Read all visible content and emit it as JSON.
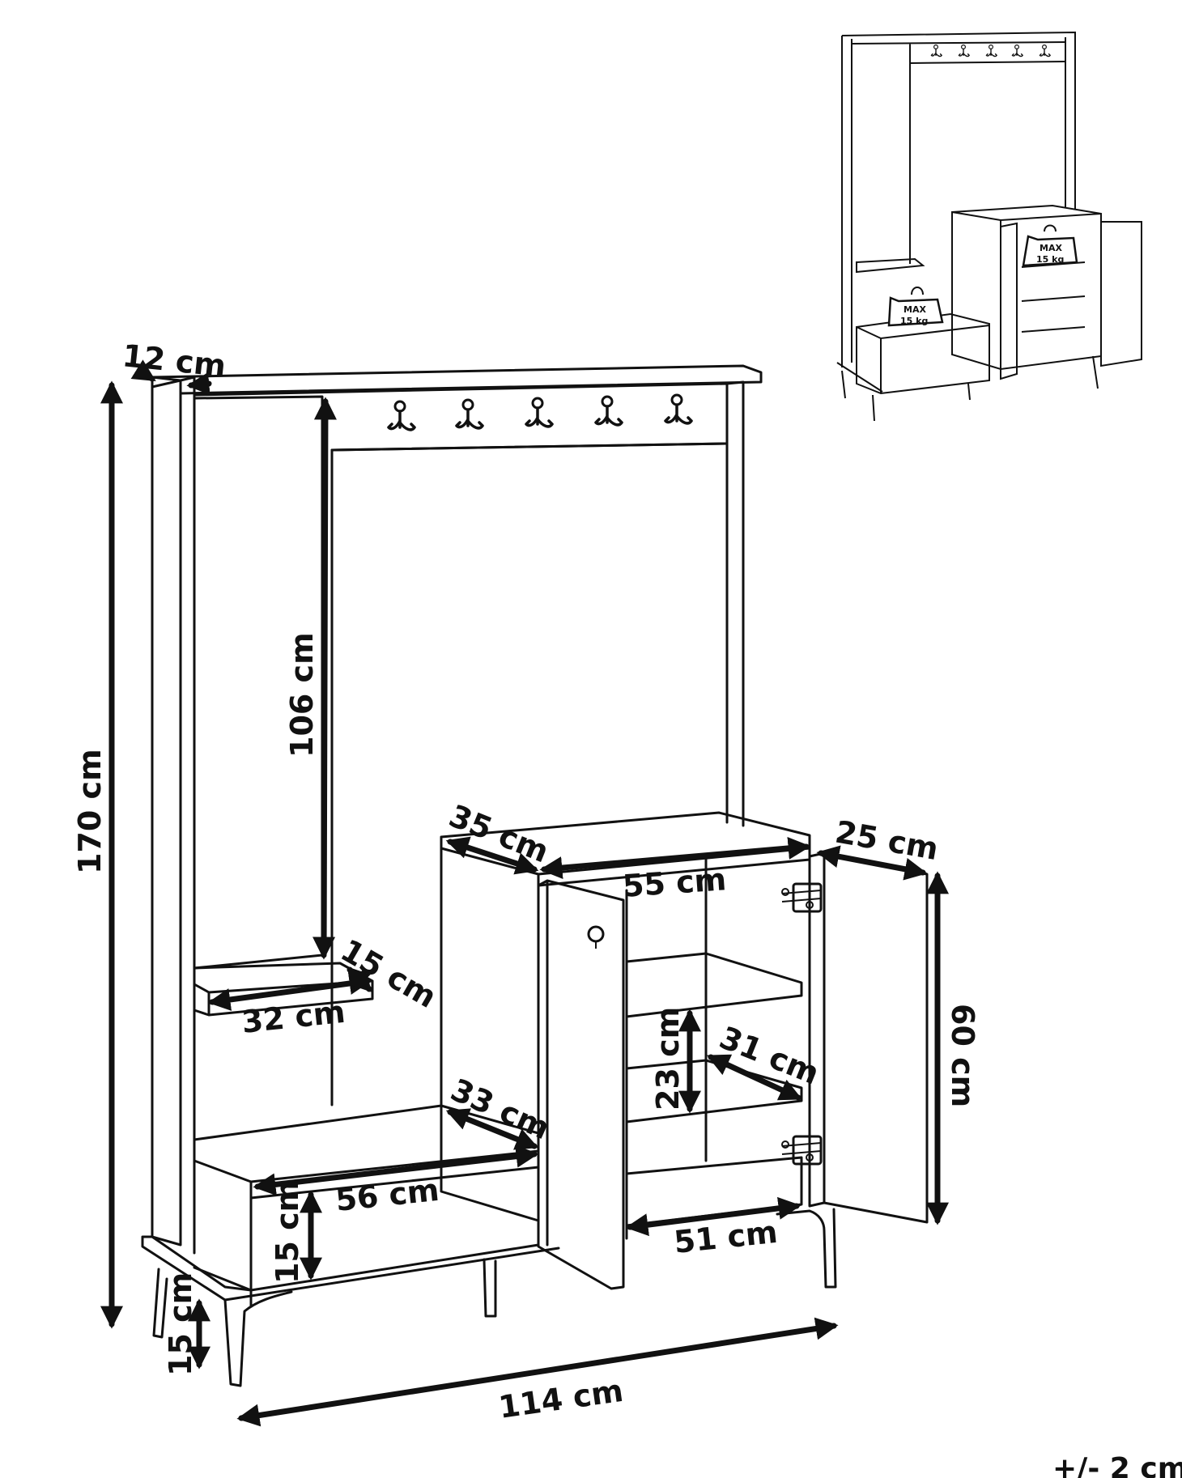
{
  "dimensions": {
    "d12": "12 cm",
    "d170": "170 cm",
    "d106": "106 cm",
    "d15_shelf": "15 cm",
    "d32": "32 cm",
    "d35": "35 cm",
    "d55": "55 cm",
    "d25": "25 cm",
    "d60": "60 cm",
    "d23": "23 cm",
    "d31": "31 cm",
    "d33": "33 cm",
    "d56": "56 cm",
    "d15_bench": "15 cm",
    "d51": "51 cm",
    "d15_leg": "15 cm",
    "d114": "114 cm"
  },
  "inset": {
    "max_label": "MAX",
    "weight_label": "15 kg"
  },
  "tolerance": "+/- 2 cm"
}
